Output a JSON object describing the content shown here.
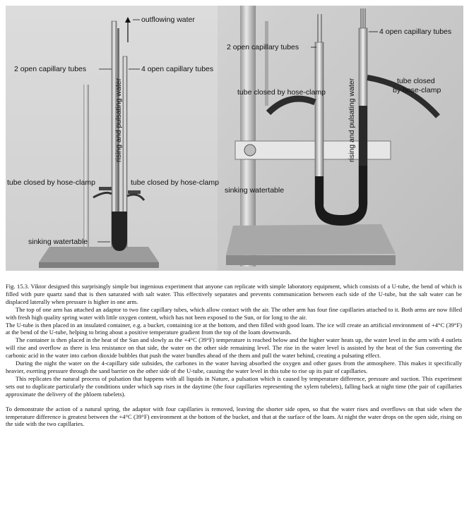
{
  "figure": {
    "left_labels": {
      "outflowing": "outflowing water",
      "two_tubes": "2 open capillary tubes",
      "rising": "rising and pulsating water",
      "four_tubes": "4 open capillary tubes",
      "clamp_left": "tube closed by hose-clamp",
      "clamp_right": "tube closed by hose-clamp",
      "sinking": "sinking watertable"
    },
    "right_labels": {
      "four_tubes": "4 open capillary tubes",
      "two_tubes": "2 open capillary tubes",
      "clamp_left": "tube closed by hose-clamp",
      "clamp_right_1": "tube closed",
      "clamp_right_2": "by hose-clamp",
      "rising": "rising and pulsating water",
      "sinking": "sinking watertable"
    }
  },
  "caption": {
    "paragraphs": [
      "Fig. 15.3.   Viktor designed this surprisingly simple but ingenious experiment that anyone can replicate with simple laboratory equipment, which consists of a U-tube, the bend of which is filled with pure quartz sand that is then saturated with salt water. This effectively separates and prevents communication between each side of the U-tube, but the salt water can be displaced laterally when pressure is higher in one arm.",
      "The top of one arm has attached an adaptor to two fine capillary tubes, which allow contact with the air. The other arm has four fine capillaries attached to it. Both arms are now filled with fresh high quality spring water with little oxygen content, which has not been exposed to the Sun, or for long to the air.",
      "The U-tube is then placed in an insulated container, e.g. a bucket, containing ice at the bottom, and then filled with good loam. The ice will create an artificial environment of +4°C (39°F) at the bend of the U-tube, helping to bring about a positive temperature gradient from the top of the loam downwards.",
      "The container is then placed in the heat of the Sun and slowly as the +4°C (39°F) temperature is reached below and the higher water heats up, the water level in the arm with 4 outlets will rise and overflow as there is less resistance on that side, the water on the other side remaining level. The rise in the water level is assisted by the heat of the Sun converting the carbonic acid in the water into carbon dioxide bubbles that push the water bundles ahead of the them and pull the water behind, creating a pulsating effect.",
      "During the night the water on the 4-capillary side subsides, the carbones in the water having absorbed the oxygen and other gases from the atmosphere. This makes it specifically heavier, exerting pressure through the sand barrier on the other side of the U-tube, causing the water level in this tube to rise up its pair of capillaries.",
      "This replicates the natural process of pulsation that happens with all liquids in Nature, a pulsation which is caused by temperature difference, pressure and suction. This experiment sets out to duplicate particularly the conditions under which sap rises in the daytime (the four capillaries representing the xylem tubelets), falling back at night time (the pair of capillaries approximate the delivery of the phloem tubelets).",
      "To demonstrate the action of a natural spring, the adaptor with four capillaries is removed, leaving the shorter side open, so that the water rises and overflows on that side when the temperature difference is greatest between the +4°C (39°F) environment at the bottom of the bucket, and that at the surface of the loam. At night the water drops on the open side, rising on the side with the two capillaries."
    ]
  }
}
